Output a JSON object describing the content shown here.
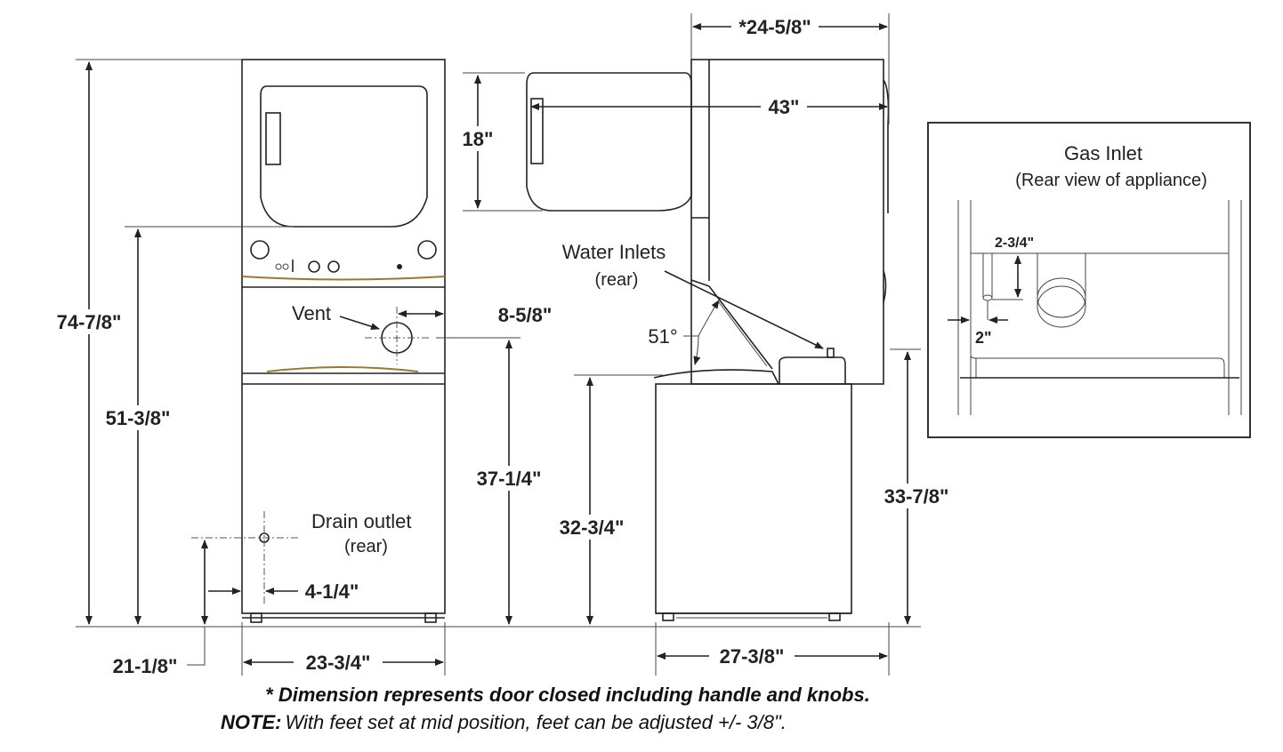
{
  "front_view": {
    "height_total": "74-7/8\"",
    "height_to_dryer_door": "51-3/8\"",
    "drain_height": "21-1/8\"",
    "drain_offset": "4-1/4\"",
    "width": "23-3/4\"",
    "vent_offset": "8-5/8\"",
    "vent_height": "37-1/4\"",
    "vent_label": "Vent",
    "drain_label": "Drain outlet",
    "drain_sublabel": "(rear)"
  },
  "side_view": {
    "depth_door_closed": "*24-5/8\"",
    "depth_door_open": "43\"",
    "door_height": "18\"",
    "lid_angle": "51°",
    "water_inlets_label": "Water Inlets",
    "water_inlets_sublabel": "(rear)",
    "washer_height": "32-3/4\"",
    "washer_body_height": "33-7/8\"",
    "washer_depth": "27-3/8\""
  },
  "gas_inlet": {
    "title": "Gas Inlet",
    "subtitle": "(Rear view of appliance)",
    "vertical_offset": "2-3/4\"",
    "horizontal_offset": "2\""
  },
  "notes": {
    "line1": "* Dimension represents door closed including handle and knobs.",
    "line2_label": "NOTE:",
    "line2_text": "With feet set at mid position, feet can be adjusted +/- 3/8\"."
  }
}
